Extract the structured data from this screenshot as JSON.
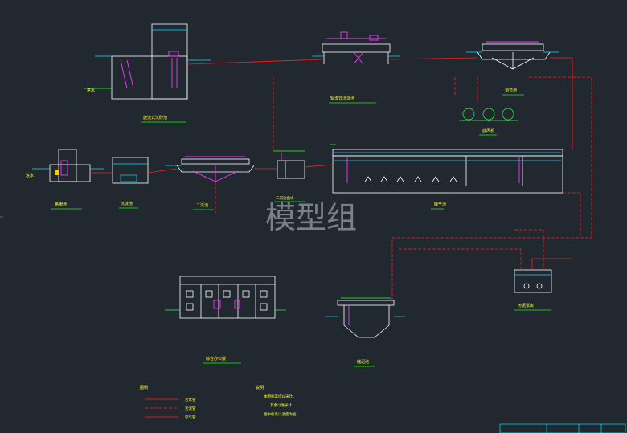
{
  "labels": {
    "grit_chamber": "旋流式沉砂池",
    "sediment_tank": "辐流式沉淀池",
    "regulating_tank": "调节池",
    "small_label_left": "进水",
    "small_label_top": "进水",
    "grit_screen_room": "格栅池",
    "settling_tank": "沉淀池",
    "secondary_clarifier": "二沉池",
    "aeration_tank": "曝气池",
    "small_label_mid": "二沉池出水",
    "fans": "鼓风机",
    "blower_room": "鼓风机",
    "sludge_pump_room": "污泥泵房",
    "office_building": "综合办公楼",
    "sludge_tank": "储泥池",
    "watermark": "模型组"
  },
  "legend": {
    "title": "图例",
    "items": [
      "污水管",
      "污泥管",
      "空气管"
    ]
  },
  "notes": {
    "title": "说明",
    "lines": [
      "本图标高均以米计，",
      "其余以毫米计",
      "图中标高以池底为准"
    ]
  },
  "colors": {
    "background": "#212830",
    "label": "#ffff33",
    "sewage": "#ff2020",
    "sludge": "#ff2020",
    "air": "#ff2020",
    "structure": "#ffffff",
    "water": "#00e5ff",
    "equipment": "#ff33ff",
    "ground": "#33ff33"
  }
}
